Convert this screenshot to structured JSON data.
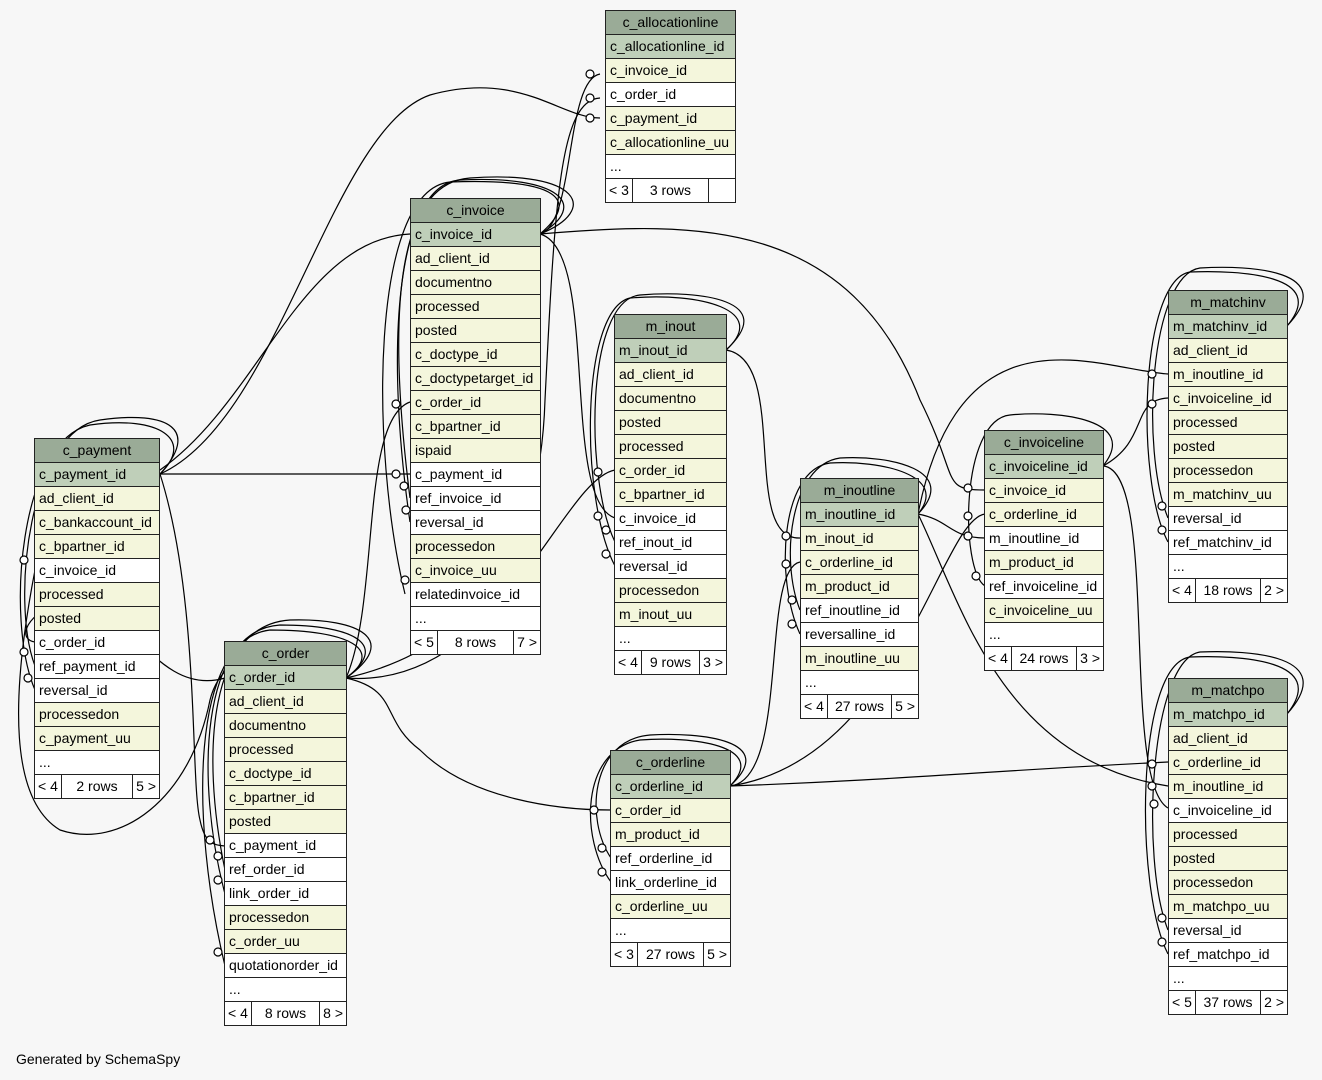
{
  "colors": {
    "header": "#9aab97",
    "pk": "#bfcfb9",
    "column": "#f4f6dc",
    "fk": "#ffffff",
    "line": "#000000"
  },
  "footer_text": "Generated by SchemaSpy",
  "tables": [
    {
      "id": "c_allocationline",
      "name": "c_allocationline",
      "columns": [
        {
          "n": "c_allocationline_id",
          "k": "pk"
        },
        {
          "n": "c_invoice_id",
          "k": "col"
        },
        {
          "n": "c_order_id",
          "k": "fk"
        },
        {
          "n": "c_payment_id",
          "k": "col"
        },
        {
          "n": "c_allocationline_uu",
          "k": "col"
        },
        {
          "n": "...",
          "k": "fk"
        }
      ],
      "footer": {
        "left": "< 3",
        "rows": "3 rows",
        "right": ""
      }
    },
    {
      "id": "c_invoice",
      "name": "c_invoice",
      "columns": [
        {
          "n": "c_invoice_id",
          "k": "pk"
        },
        {
          "n": "ad_client_id",
          "k": "col"
        },
        {
          "n": "documentno",
          "k": "col"
        },
        {
          "n": "processed",
          "k": "col"
        },
        {
          "n": "posted",
          "k": "col"
        },
        {
          "n": "c_doctype_id",
          "k": "col"
        },
        {
          "n": "c_doctypetarget_id",
          "k": "col"
        },
        {
          "n": "c_order_id",
          "k": "col"
        },
        {
          "n": "c_bpartner_id",
          "k": "col"
        },
        {
          "n": "ispaid",
          "k": "col"
        },
        {
          "n": "c_payment_id",
          "k": "fk"
        },
        {
          "n": "ref_invoice_id",
          "k": "fk"
        },
        {
          "n": "reversal_id",
          "k": "fk"
        },
        {
          "n": "processedon",
          "k": "col"
        },
        {
          "n": "c_invoice_uu",
          "k": "col"
        },
        {
          "n": "relatedinvoice_id",
          "k": "fk"
        },
        {
          "n": "...",
          "k": "fk"
        }
      ],
      "footer": {
        "left": "< 5",
        "rows": "8 rows",
        "right": "7 >"
      }
    },
    {
      "id": "m_inout",
      "name": "m_inout",
      "columns": [
        {
          "n": "m_inout_id",
          "k": "pk"
        },
        {
          "n": "ad_client_id",
          "k": "col"
        },
        {
          "n": "documentno",
          "k": "col"
        },
        {
          "n": "posted",
          "k": "col"
        },
        {
          "n": "processed",
          "k": "col"
        },
        {
          "n": "c_order_id",
          "k": "col"
        },
        {
          "n": "c_bpartner_id",
          "k": "col"
        },
        {
          "n": "c_invoice_id",
          "k": "fk"
        },
        {
          "n": "ref_inout_id",
          "k": "fk"
        },
        {
          "n": "reversal_id",
          "k": "fk"
        },
        {
          "n": "processedon",
          "k": "col"
        },
        {
          "n": "m_inout_uu",
          "k": "col"
        },
        {
          "n": "...",
          "k": "fk"
        }
      ],
      "footer": {
        "left": "< 4",
        "rows": "9 rows",
        "right": "3 >"
      }
    },
    {
      "id": "c_payment",
      "name": "c_payment",
      "columns": [
        {
          "n": "c_payment_id",
          "k": "pk"
        },
        {
          "n": "ad_client_id",
          "k": "col"
        },
        {
          "n": "c_bankaccount_id",
          "k": "col"
        },
        {
          "n": "c_bpartner_id",
          "k": "col"
        },
        {
          "n": "c_invoice_id",
          "k": "fk"
        },
        {
          "n": "processed",
          "k": "col"
        },
        {
          "n": "posted",
          "k": "col"
        },
        {
          "n": "c_order_id",
          "k": "fk"
        },
        {
          "n": "ref_payment_id",
          "k": "fk"
        },
        {
          "n": "reversal_id",
          "k": "fk"
        },
        {
          "n": "processedon",
          "k": "col"
        },
        {
          "n": "c_payment_uu",
          "k": "col"
        },
        {
          "n": "...",
          "k": "fk"
        }
      ],
      "footer": {
        "left": "< 4",
        "rows": "2 rows",
        "right": "5 >"
      }
    },
    {
      "id": "c_order",
      "name": "c_order",
      "columns": [
        {
          "n": "c_order_id",
          "k": "pk"
        },
        {
          "n": "ad_client_id",
          "k": "col"
        },
        {
          "n": "documentno",
          "k": "col"
        },
        {
          "n": "processed",
          "k": "col"
        },
        {
          "n": "c_doctype_id",
          "k": "col"
        },
        {
          "n": "c_bpartner_id",
          "k": "col"
        },
        {
          "n": "posted",
          "k": "col"
        },
        {
          "n": "c_payment_id",
          "k": "fk"
        },
        {
          "n": "ref_order_id",
          "k": "fk"
        },
        {
          "n": "link_order_id",
          "k": "fk"
        },
        {
          "n": "processedon",
          "k": "col"
        },
        {
          "n": "c_order_uu",
          "k": "col"
        },
        {
          "n": "quotationorder_id",
          "k": "fk"
        },
        {
          "n": "...",
          "k": "fk"
        }
      ],
      "footer": {
        "left": "< 4",
        "rows": "8 rows",
        "right": "8 >"
      }
    },
    {
      "id": "m_inoutline",
      "name": "m_inoutline",
      "columns": [
        {
          "n": "m_inoutline_id",
          "k": "pk"
        },
        {
          "n": "m_inout_id",
          "k": "col"
        },
        {
          "n": "c_orderline_id",
          "k": "col"
        },
        {
          "n": "m_product_id",
          "k": "col"
        },
        {
          "n": "ref_inoutline_id",
          "k": "fk"
        },
        {
          "n": "reversalline_id",
          "k": "fk"
        },
        {
          "n": "m_inoutline_uu",
          "k": "col"
        },
        {
          "n": "...",
          "k": "fk"
        }
      ],
      "footer": {
        "left": "< 4",
        "rows": "27 rows",
        "right": "5 >"
      }
    },
    {
      "id": "c_invoiceline",
      "name": "c_invoiceline",
      "columns": [
        {
          "n": "c_invoiceline_id",
          "k": "pk"
        },
        {
          "n": "c_invoice_id",
          "k": "col"
        },
        {
          "n": "c_orderline_id",
          "k": "col"
        },
        {
          "n": "m_inoutline_id",
          "k": "fk"
        },
        {
          "n": "m_product_id",
          "k": "col"
        },
        {
          "n": "ref_invoiceline_id",
          "k": "fk"
        },
        {
          "n": "c_invoiceline_uu",
          "k": "col"
        },
        {
          "n": "...",
          "k": "fk"
        }
      ],
      "footer": {
        "left": "< 4",
        "rows": "24 rows",
        "right": "3 >"
      }
    },
    {
      "id": "m_matchinv",
      "name": "m_matchinv",
      "columns": [
        {
          "n": "m_matchinv_id",
          "k": "pk"
        },
        {
          "n": "ad_client_id",
          "k": "col"
        },
        {
          "n": "m_inoutline_id",
          "k": "col"
        },
        {
          "n": "c_invoiceline_id",
          "k": "col"
        },
        {
          "n": "processed",
          "k": "col"
        },
        {
          "n": "posted",
          "k": "col"
        },
        {
          "n": "processedon",
          "k": "col"
        },
        {
          "n": "m_matchinv_uu",
          "k": "col"
        },
        {
          "n": "reversal_id",
          "k": "fk"
        },
        {
          "n": "ref_matchinv_id",
          "k": "fk"
        },
        {
          "n": "...",
          "k": "fk"
        }
      ],
      "footer": {
        "left": "< 4",
        "rows": "18 rows",
        "right": "2 >"
      }
    },
    {
      "id": "c_orderline",
      "name": "c_orderline",
      "columns": [
        {
          "n": "c_orderline_id",
          "k": "pk"
        },
        {
          "n": "c_order_id",
          "k": "col"
        },
        {
          "n": "m_product_id",
          "k": "col"
        },
        {
          "n": "ref_orderline_id",
          "k": "fk"
        },
        {
          "n": "link_orderline_id",
          "k": "fk"
        },
        {
          "n": "c_orderline_uu",
          "k": "col"
        },
        {
          "n": "...",
          "k": "fk"
        }
      ],
      "footer": {
        "left": "< 3",
        "rows": "27 rows",
        "right": "5 >"
      }
    },
    {
      "id": "m_matchpo",
      "name": "m_matchpo",
      "columns": [
        {
          "n": "m_matchpo_id",
          "k": "pk"
        },
        {
          "n": "ad_client_id",
          "k": "col"
        },
        {
          "n": "c_orderline_id",
          "k": "col"
        },
        {
          "n": "m_inoutline_id",
          "k": "col"
        },
        {
          "n": "c_invoiceline_id",
          "k": "fk"
        },
        {
          "n": "processed",
          "k": "col"
        },
        {
          "n": "posted",
          "k": "col"
        },
        {
          "n": "processedon",
          "k": "col"
        },
        {
          "n": "m_matchpo_uu",
          "k": "col"
        },
        {
          "n": "reversal_id",
          "k": "fk"
        },
        {
          "n": "ref_matchpo_id",
          "k": "fk"
        },
        {
          "n": "...",
          "k": "fk"
        }
      ],
      "footer": {
        "left": "< 5",
        "rows": "37 rows",
        "right": "2 >"
      }
    }
  ]
}
